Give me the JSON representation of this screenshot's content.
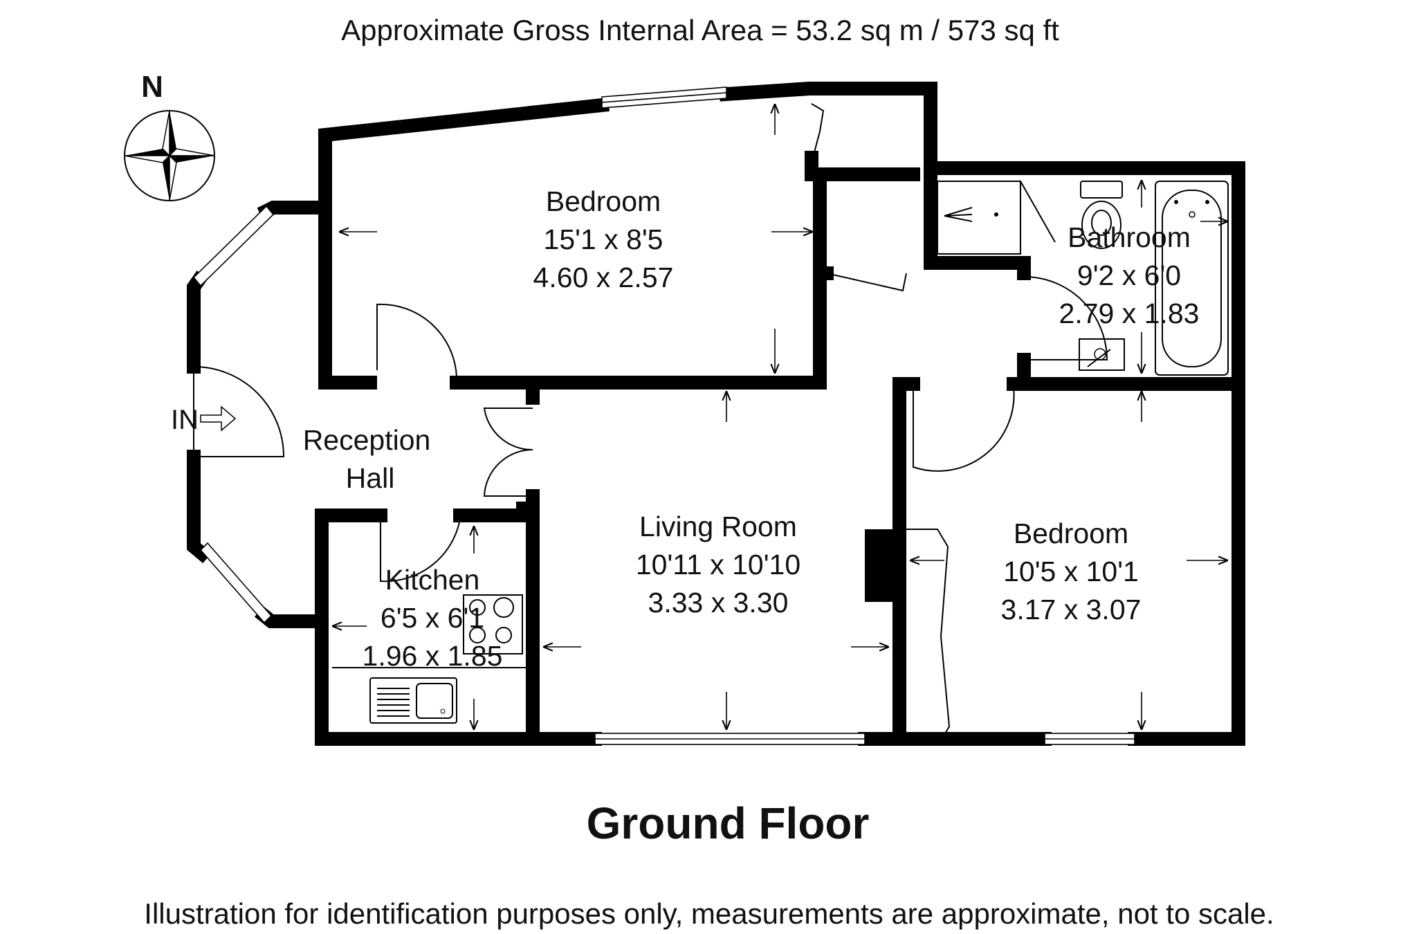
{
  "header": {
    "area_text": "Approximate Gross Internal Area = 53.2 sq m / 573 sq ft"
  },
  "compass": {
    "label": "N"
  },
  "entrance": {
    "label": "IN"
  },
  "rooms": {
    "bedroom1": {
      "name": "Bedroom",
      "imperial": "15'1 x 8'5",
      "metric": "4.60 x 2.57"
    },
    "bathroom": {
      "name": "Bathroom",
      "imperial": "9'2 x 6'0",
      "metric": "2.79 x 1.83"
    },
    "reception": {
      "name_line1": "Reception",
      "name_line2": "Hall"
    },
    "kitchen": {
      "name": "Kitchen",
      "imperial": "6'5 x 6'1",
      "metric": "1.96 x 1.85"
    },
    "living": {
      "name": "Living Room",
      "imperial": "10'11 x 10'10",
      "metric": "3.33 x 3.30"
    },
    "bedroom2": {
      "name": "Bedroom",
      "imperial": "10'5 x 10'1",
      "metric": "3.17 x 3.07"
    }
  },
  "floor_label": "Ground Floor",
  "footer": {
    "disclaimer": "Illustration for identification purposes only, measurements are approximate, not to scale."
  },
  "colors": {
    "wall": "#000000",
    "background": "#ffffff"
  }
}
